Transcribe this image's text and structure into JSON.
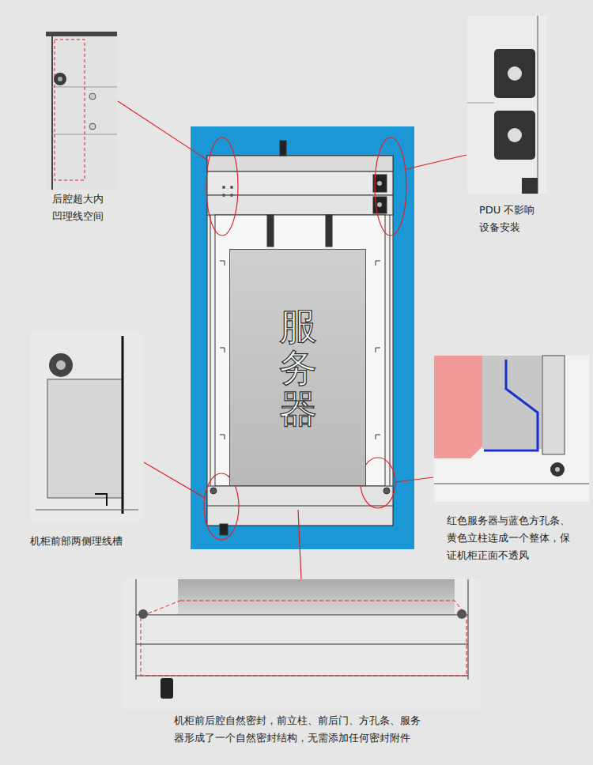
{
  "diagram": {
    "nodes": [
      {
        "text": [
          "服务器"
        ]
      }
    ],
    "labels": [
      "后腔超大内凹理线空间",
      "PDU 不影响设备安装",
      "机柜前部两侧理线槽",
      "红色服务器与蓝色方孔条、黄色立柱连成一个整体，保证机柜正面不透风",
      "机柜前后腔自然密封，前立柱、前后门、方孔条、服务器形成了一个自然密封结构，无需添加任何密封附件"
    ]
  }
}
